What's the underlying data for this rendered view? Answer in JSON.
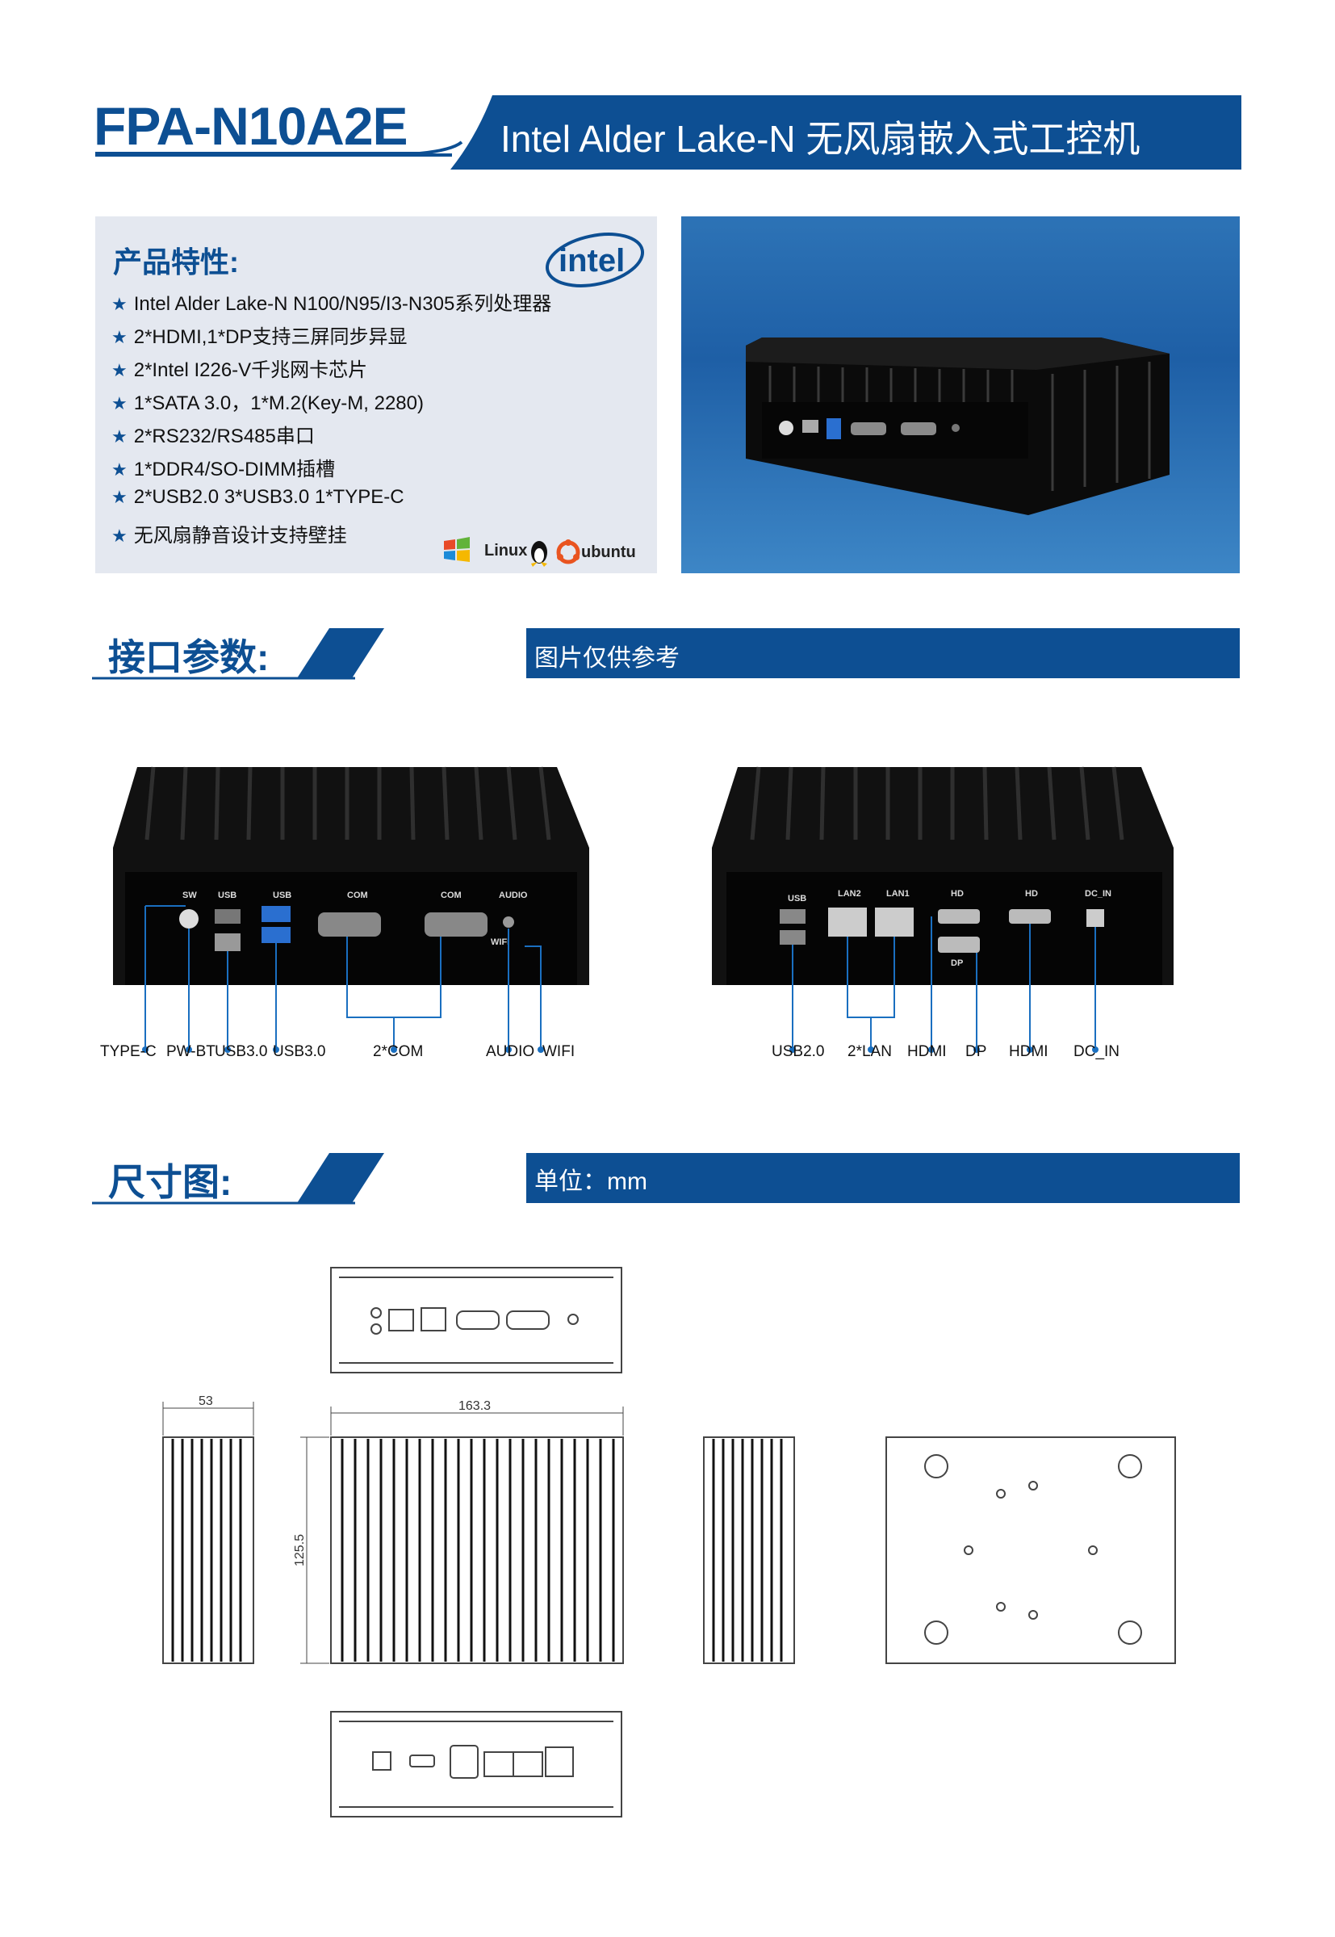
{
  "header": {
    "model": "FPA-N10A2E",
    "subtitle": "Intel Alder Lake-N 无风扇嵌入式工控机"
  },
  "features": {
    "title": "产品特性:",
    "logo_text": "intel",
    "items": [
      "Intel Alder Lake-N N100/N95/I3-N305系列处理器",
      "2*HDMI,1*DP支持三屏同步异显",
      "2*Intel I226-V千兆网卡芯片",
      "1*SATA 3.0，1*M.2(Key-M, 2280)",
      "2*RS232/RS485串口",
      "1*DDR4/SO-DIMM插槽",
      "2*USB2.0  3*USB3.0 1*TYPE-C",
      "无风扇静音设计支持壁挂"
    ],
    "os_logos": [
      "Linux",
      "ubuntu"
    ],
    "icons": [
      "star-icon",
      "windows-logo",
      "linux-penguin-logo",
      "ubuntu-logo"
    ]
  },
  "interfaces": {
    "title": "接口参数:",
    "note": "图片仅供参考",
    "front_labels": [
      "TYPE-C",
      "PW-BT",
      "USB3.0",
      "USB3.0",
      "2*COM",
      "AUDIO",
      "WIFI"
    ],
    "rear_labels": [
      "USB2.0",
      "2*LAN",
      "HDMI",
      "DP",
      "HDMI",
      "DC_IN"
    ],
    "front_panel_marks": [
      "SW",
      "USB",
      "USB",
      "COM",
      "COM",
      "AUDIO",
      "WIFI"
    ],
    "rear_panel_marks": [
      "USB",
      "LAN2",
      "LAN1",
      "HD",
      "HD",
      "DC_IN",
      "DP"
    ]
  },
  "dimensions": {
    "title": "尺寸图:",
    "unit": "单位：mm",
    "width": "53",
    "length": "163.3",
    "height": "125.5"
  },
  "colors": {
    "brand_blue": "#0d4f93",
    "feature_bg": "#e4e8f0"
  }
}
